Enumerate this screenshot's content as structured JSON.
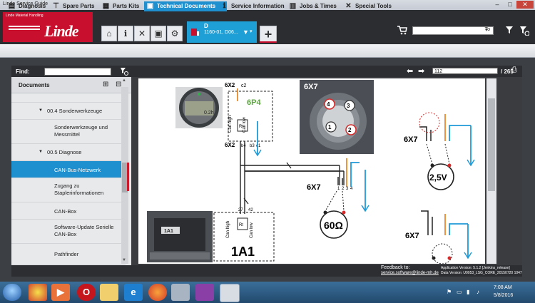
{
  "window": {
    "title": "Linde Service Guide"
  },
  "brand": {
    "small_text": "Linde Material Handling",
    "logo_text": "Linde"
  },
  "vehicle_tab": {
    "letter": "D",
    "text": "1160-01, D06..."
  },
  "search": {
    "scope": "To"
  },
  "modules": [
    {
      "label": "Diagnosis"
    },
    {
      "label": "Spare Parts"
    },
    {
      "label": "Parts Kits"
    },
    {
      "label": "Technical Documents"
    },
    {
      "label": "Service Information"
    },
    {
      "label": "Jobs & Times"
    },
    {
      "label": "Special Tools"
    }
  ],
  "find": {
    "label": "Find:",
    "page_value": "112",
    "page_total": "/ 265"
  },
  "sidebar": {
    "title": "Documents",
    "items": [
      {
        "label": "00.4 Sonderwerkzeuge"
      },
      {
        "label": "Sonderwerkzeuge und Messmittel"
      },
      {
        "label": "00.5 Diagnose"
      },
      {
        "label": "CAN-Bus-Netzwerk"
      },
      {
        "label": "Zugang zu Staplerinformationen"
      },
      {
        "label": "CAN-Box"
      },
      {
        "label": "Software-Update Serielle CAN-Box"
      },
      {
        "label": "Pathfinder"
      }
    ]
  },
  "diagram": {
    "connector_top": "6X2",
    "pin_c2": "c2",
    "label_6p4": "6P4",
    "can_high": "Can high",
    "can_low": "Can low",
    "rt_label": "Rt",
    "connector_bottom": "6X2",
    "pin_b4": "b4",
    "pin_b3": "b3",
    "pin_c1": "c1",
    "module_1a1": "1A1",
    "pin_27": "27",
    "pin_42": "42",
    "photo_label": "6X7",
    "photo_pins": [
      "4",
      "3",
      "1",
      "2"
    ],
    "pin_photo_label": "1A1",
    "meas_connector": "6X7",
    "meas_pins": [
      "1",
      "2",
      "3",
      "4"
    ],
    "meas_value": "60Ω",
    "volt_connector": "6X7",
    "volt_value": "2,5V",
    "third_connector": "6X7"
  },
  "footer": {
    "feedback_label": "Feedback to:",
    "feedback_email": "service.software@linde-mh.de",
    "app_version": "Application Version: 5.1.2 [Jenkins_release]",
    "data_version": "Data Version: U0053_LSG_CORE_20150720 1047"
  },
  "taskbar": {
    "time": "7:08 AM",
    "date": "5/8/2016"
  },
  "colors": {
    "linde_red": "#c8102e",
    "accent_blue": "#1e8fcf",
    "wire_orange": "#e88a2b",
    "wire_blue": "#1e9ad6"
  }
}
